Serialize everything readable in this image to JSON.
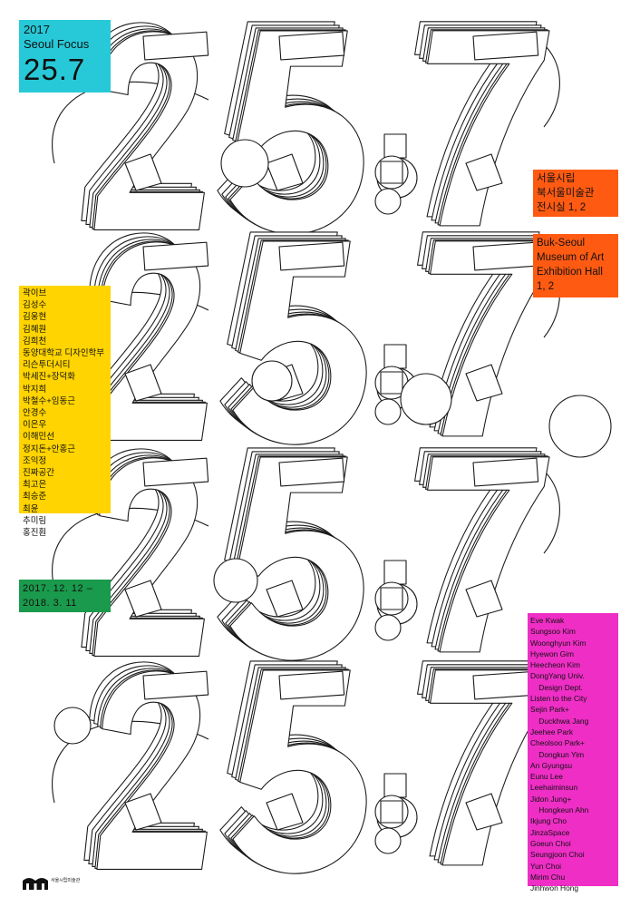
{
  "title_block": {
    "year": "2017",
    "series": "Seoul Focus",
    "exhibition": "25.7"
  },
  "venue_korean": {
    "lines": [
      "서울시립",
      "북서울미술관",
      "전시실 1, 2"
    ]
  },
  "venue_english": {
    "lines": [
      "Buk-Seoul",
      "Museum of Art",
      "Exhibition Hall",
      "1, 2"
    ]
  },
  "artists_korean": [
    "곽이브",
    "김성수",
    "김웅현",
    "김혜원",
    "김희천",
    "동양대학교 디자인학부",
    "리슨투더시티",
    "박세진+장덕화",
    "박지희",
    "박철수+임동근",
    "안경수",
    "이은우",
    "이해민선",
    "정지돈+안홍근",
    "조익정",
    "진짜공간",
    "최고은",
    "최승준",
    "최윤",
    "추미림",
    "홍진훤"
  ],
  "dates": {
    "start": "2017. 12. 12 –",
    "end": "2018. 3. 11"
  },
  "artists_english": [
    "Eve Kwak",
    "Sungsoo Kim",
    "Woonghyun Kim",
    "Hyewon Gim",
    "Heecheon Kim",
    "DongYang Univ.",
    "    Design Dept.",
    "Listen to the City",
    "Sejin Park+",
    "    Duckhwa Jang",
    "Jeehee Park",
    "Cheolsoo Park+",
    "    Dongkun Yim",
    "An Gyungsu",
    "Eunu Lee",
    "Leehaiminsun",
    "Jidon Jung+",
    "    Hongkeun Ahn",
    "Ikjung Cho",
    "JinzaSpace",
    "Goeun Choi",
    "Seungjoon Choi",
    "Yun Choi",
    "Mirim Chu",
    "Jinhwon Hong"
  ],
  "logo": {
    "text": "서울시립미술관"
  },
  "colors": {
    "cyan": "#27c9d8",
    "orange": "#ff5a12",
    "yellow": "#ffd400",
    "green": "#1a9a4c",
    "magenta": "#ef2ec6",
    "line": "#1a1a1a"
  },
  "graphic": {
    "text": "25.7",
    "repeat_rows": 4,
    "style": "overlapping outlined 3D numerals"
  }
}
